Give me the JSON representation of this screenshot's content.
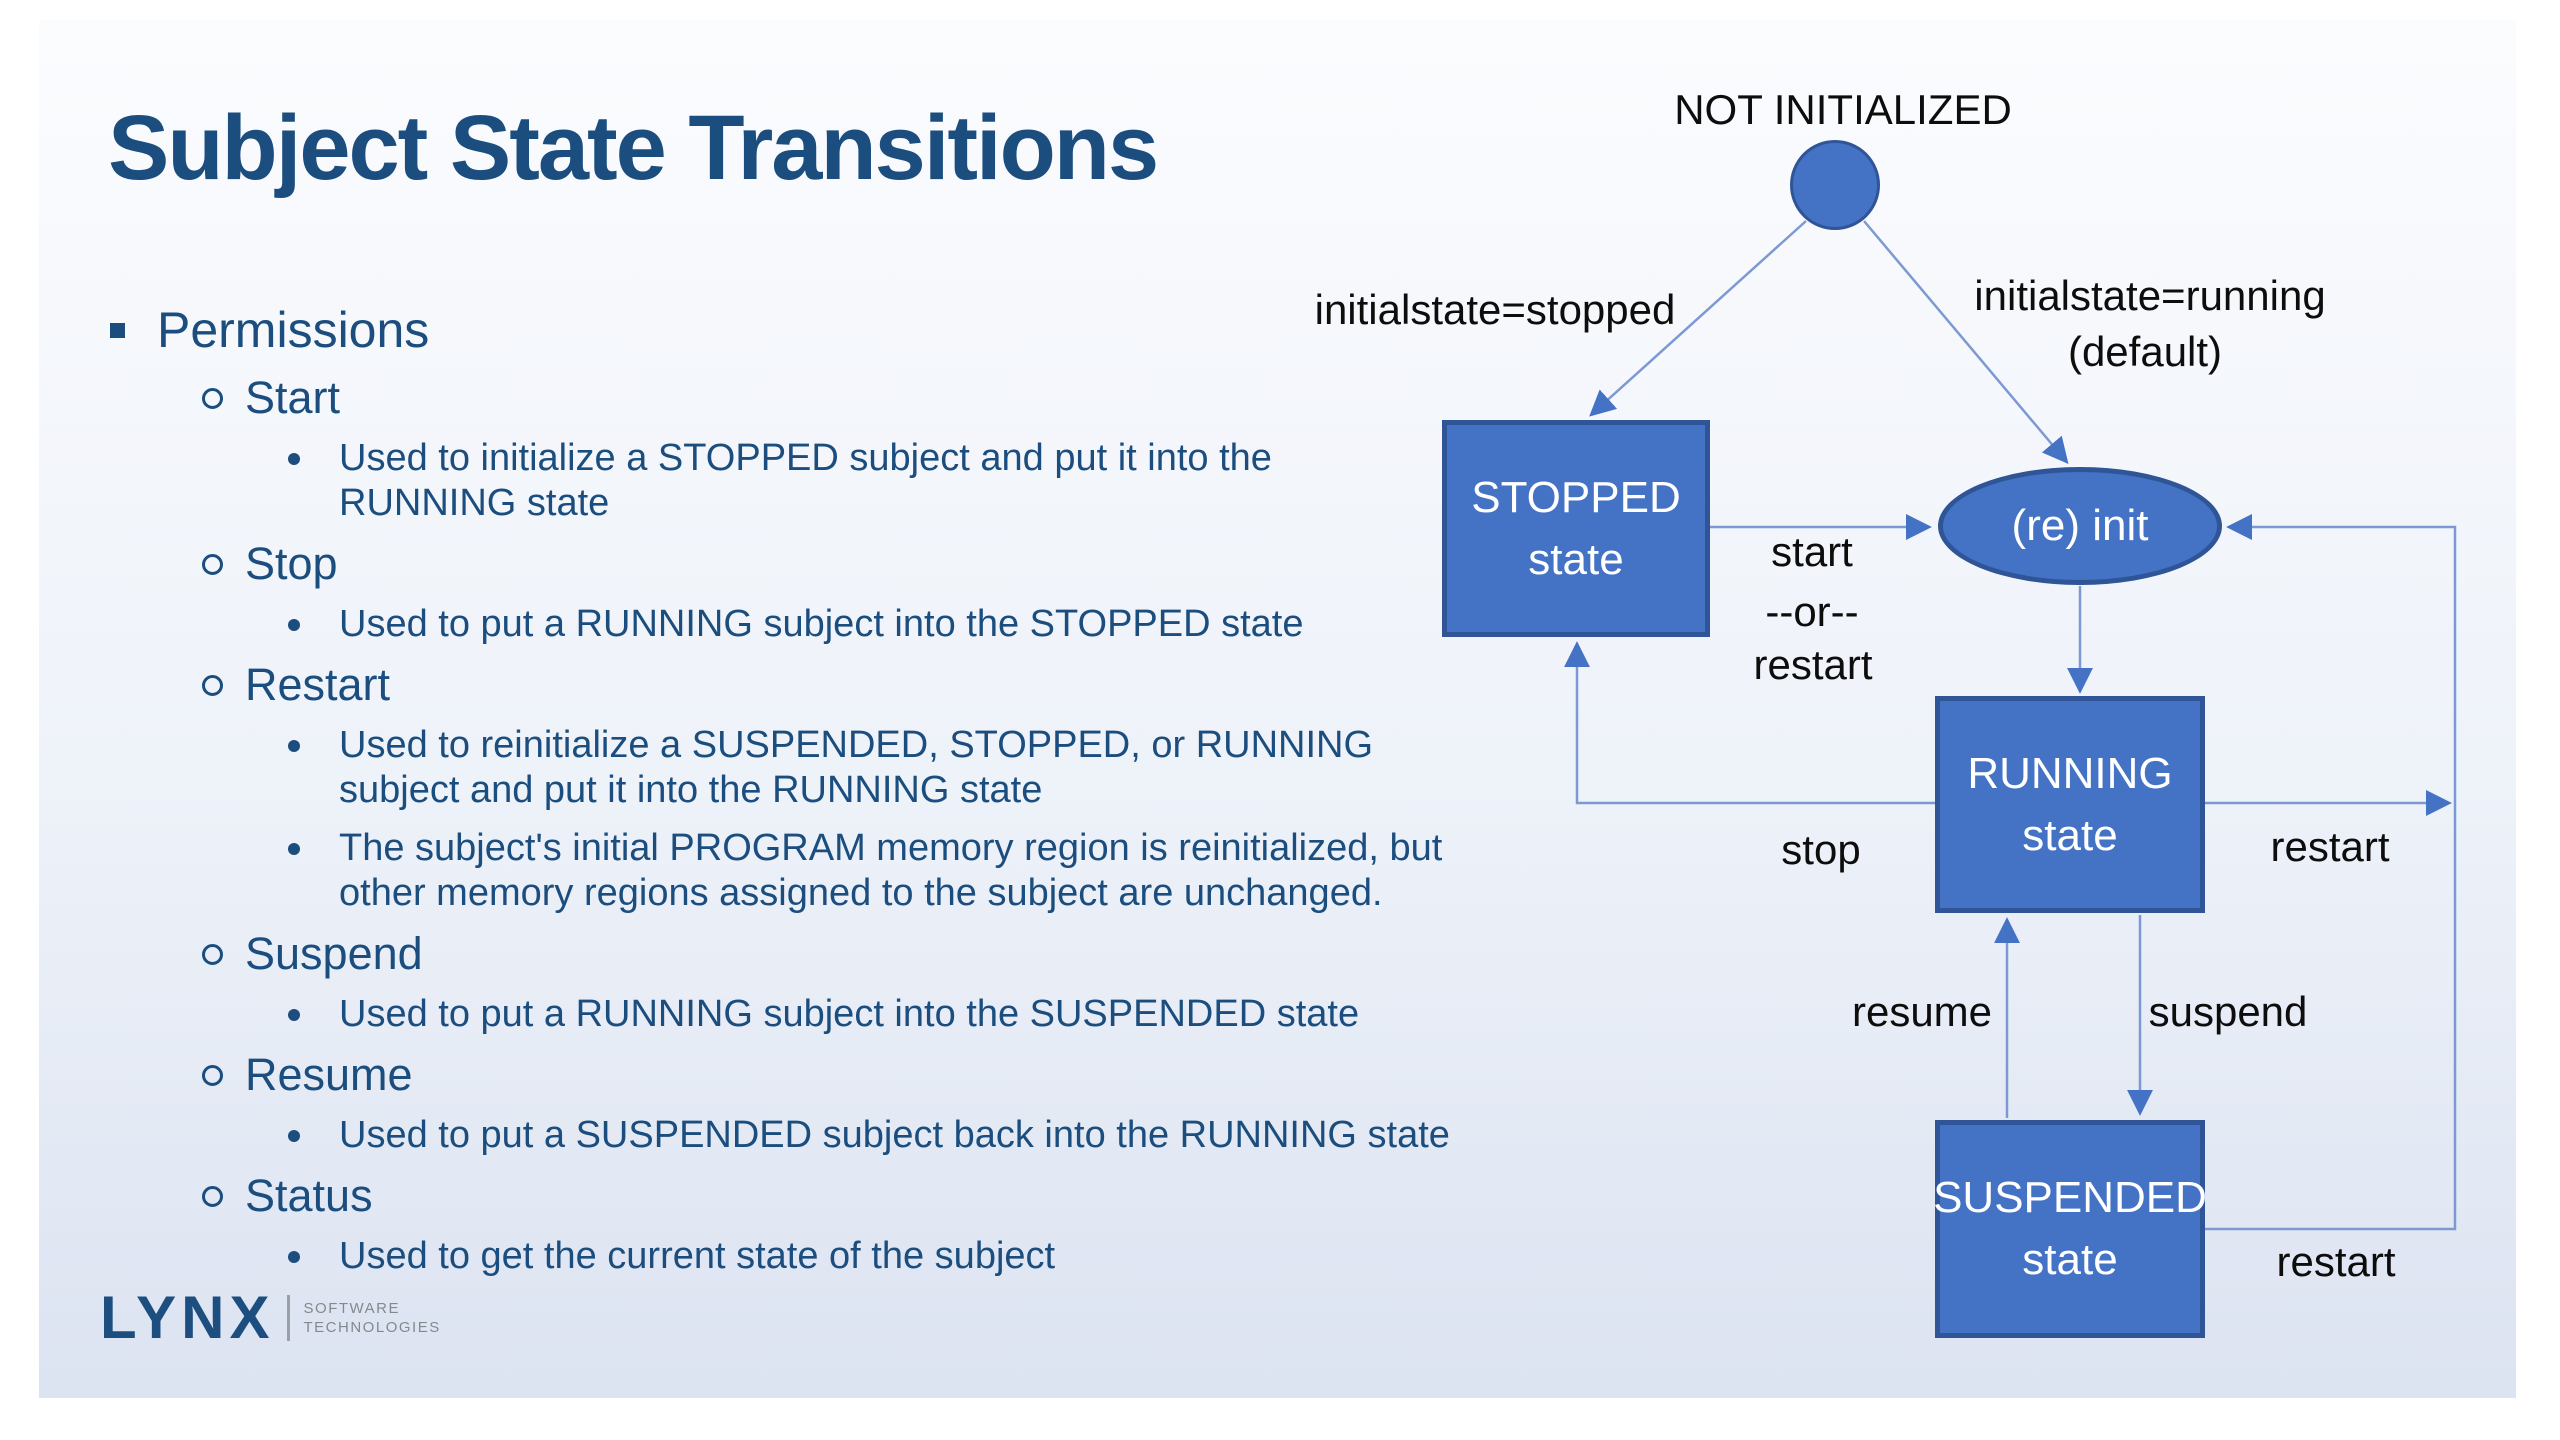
{
  "slide": {
    "title": "Subject State Transitions"
  },
  "permissions": {
    "heading": "Permissions",
    "items": [
      {
        "label": "Start",
        "details": [
          "Used to initialize a STOPPED subject and put it into the\nRUNNING state"
        ]
      },
      {
        "label": "Stop",
        "details": [
          "Used to put a RUNNING subject into the STOPPED state"
        ]
      },
      {
        "label": "Restart",
        "details": [
          "Used to reinitialize a SUSPENDED, STOPPED, or RUNNING\nsubject and put it into the RUNNING state",
          "The subject's initial PROGRAM memory region is reinitialized, but\nother memory regions assigned to the subject are unchanged."
        ]
      },
      {
        "label": "Suspend",
        "details": [
          "Used to put a RUNNING subject into the SUSPENDED state"
        ]
      },
      {
        "label": "Resume",
        "details": [
          "Used to put a SUSPENDED subject back into the RUNNING state"
        ]
      },
      {
        "label": "Status",
        "details": [
          "Used to get the current state of the subject"
        ]
      }
    ]
  },
  "logo": {
    "name": "LYNX",
    "line1": "SOFTWARE",
    "line2": "TECHNOLOGIES"
  },
  "diagram": {
    "nodes": {
      "not_initialized": {
        "label": "NOT INITIALIZED"
      },
      "stopped": {
        "line1": "STOPPED",
        "line2": "state"
      },
      "reinit": {
        "label": "(re) init"
      },
      "running": {
        "line1": "RUNNING",
        "line2": "state"
      },
      "suspended": {
        "line1": "SUSPENDED",
        "line2": "state"
      }
    },
    "edge_labels": {
      "initialstate_stopped": "initialstate=stopped",
      "initialstate_running": "initialstate=running",
      "initialstate_running_default": "(default)",
      "start": "start",
      "or": "--or--",
      "restart_mid": "restart",
      "stop": "stop",
      "restart_right": "restart",
      "resume": "resume",
      "suspend": "suspend",
      "restart_bottom": "restart"
    },
    "edges": [
      {
        "from": "NOT INITIALIZED",
        "to": "STOPPED state",
        "label": "initialstate=stopped"
      },
      {
        "from": "NOT INITIALIZED",
        "to": "(re) init",
        "label": "initialstate=running (default)"
      },
      {
        "from": "STOPPED state",
        "to": "(re) init",
        "label": "start --or-- restart"
      },
      {
        "from": "(re) init",
        "to": "RUNNING state",
        "label": ""
      },
      {
        "from": "RUNNING state",
        "to": "STOPPED state",
        "label": "stop"
      },
      {
        "from": "RUNNING state",
        "to": "(re) init",
        "label": "restart"
      },
      {
        "from": "RUNNING state",
        "to": "SUSPENDED state",
        "label": "suspend"
      },
      {
        "from": "SUSPENDED state",
        "to": "RUNNING state",
        "label": "resume"
      },
      {
        "from": "SUSPENDED state",
        "to": "(re) init",
        "label": "restart"
      }
    ]
  },
  "theme": {
    "page_bg": "#ffffff",
    "bg_top": "#fbfcfe",
    "bg_bottom": "#dce3f1",
    "title_color": "#1b4e7e",
    "body_text_color": "#1b4e7e",
    "diagram_label_color": "#0d0d0d",
    "node_fill": "#4472c4",
    "node_stroke": "#2f5597",
    "node_text_color": "#ffffff",
    "connector_color": "#7d99d4",
    "arrow_color": "#4472c4",
    "logo_text_color": "#1d4e80",
    "logo_sub_color": "#85898f",
    "logo_divider_color": "#9aa0a8"
  }
}
